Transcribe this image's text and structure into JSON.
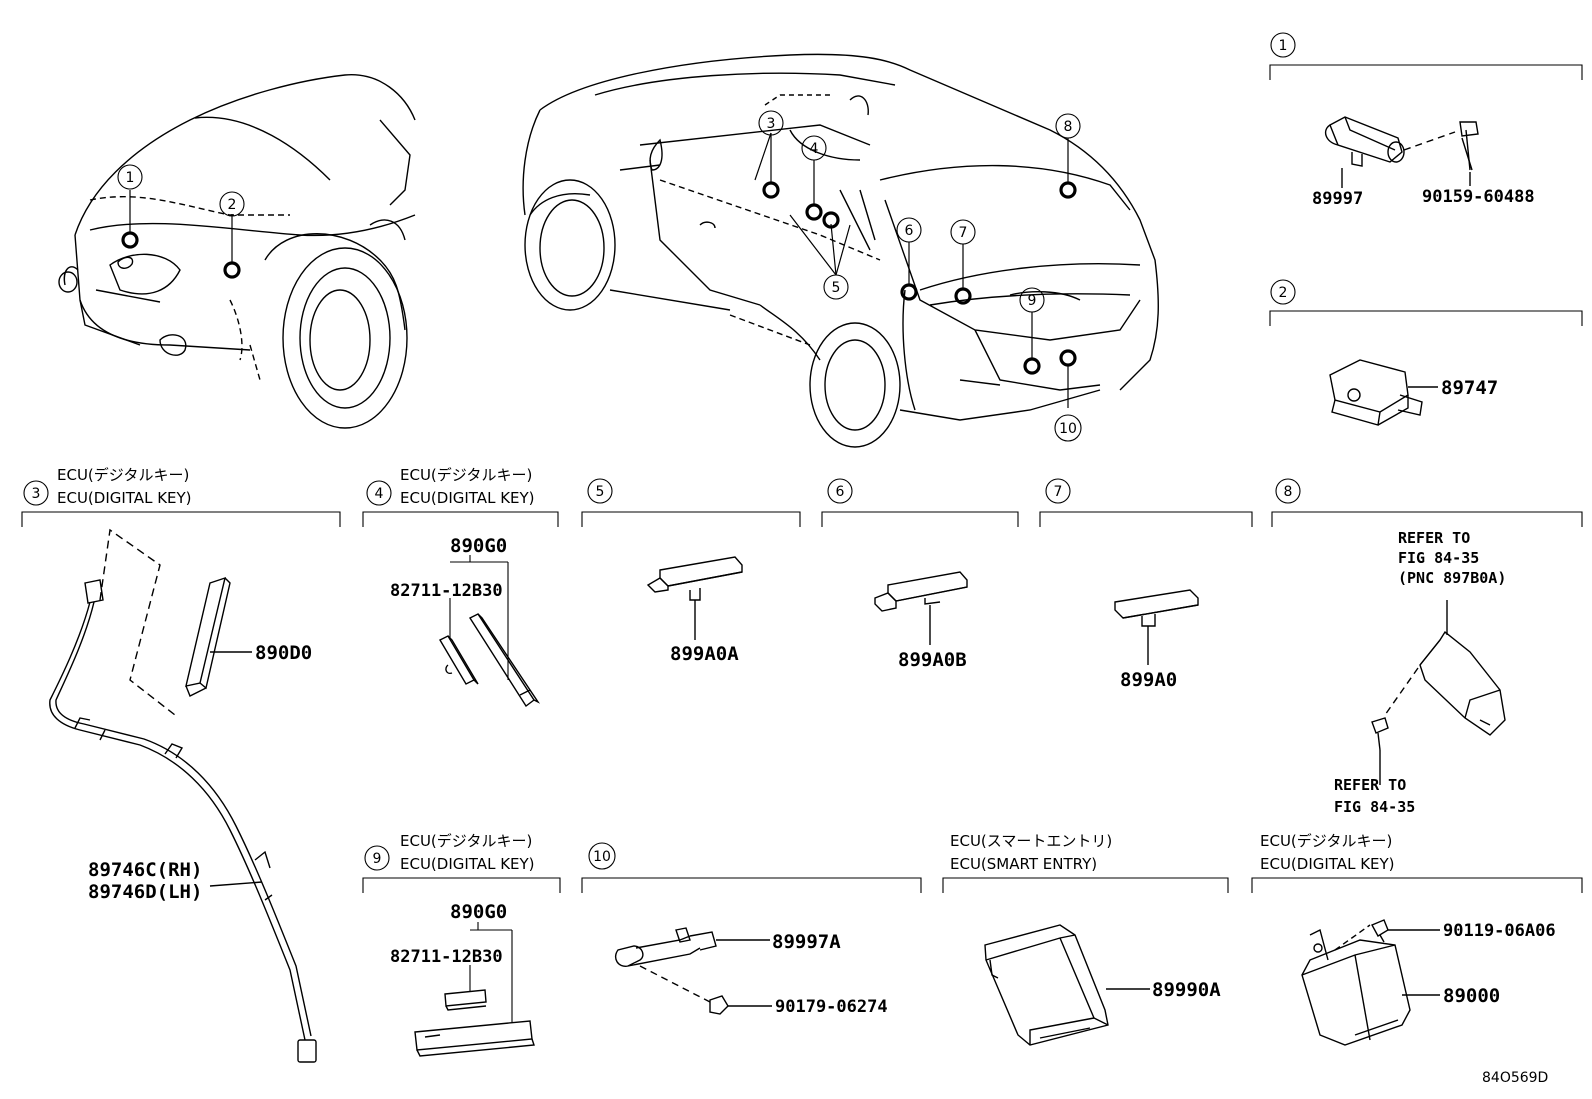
{
  "diagram_code": "84O569D",
  "callouts": [
    "1",
    "2",
    "3",
    "4",
    "5",
    "6",
    "7",
    "8",
    "9",
    "10"
  ],
  "sections": {
    "s1": {
      "num": "1",
      "parts": [
        "89997",
        "90159-60488"
      ]
    },
    "s2": {
      "num": "2",
      "parts": [
        "89747"
      ]
    },
    "s3": {
      "num": "3",
      "title_jp": "ECU(デジタルキー)",
      "title_en": "ECU(DIGITAL KEY)",
      "parts": [
        "890D0",
        "89746C(RH)",
        "89746D(LH)"
      ]
    },
    "s4": {
      "num": "4",
      "title_jp": "ECU(デジタルキー)",
      "title_en": "ECU(DIGITAL KEY)",
      "parts": [
        "890G0",
        "82711-12B30"
      ]
    },
    "s5": {
      "num": "5",
      "parts": [
        "899A0A"
      ]
    },
    "s6": {
      "num": "6",
      "parts": [
        "899A0B"
      ]
    },
    "s7": {
      "num": "7",
      "parts": [
        "899A0"
      ]
    },
    "s8": {
      "num": "8",
      "ref_top": [
        "REFER TO",
        "FIG 84-35",
        "(PNC 897B0A)"
      ],
      "ref_bottom": [
        "REFER TO",
        "FIG 84-35"
      ]
    },
    "s9": {
      "num": "9",
      "title_jp": "ECU(デジタルキー)",
      "title_en": "ECU(DIGITAL KEY)",
      "parts": [
        "890G0",
        "82711-12B30"
      ]
    },
    "s10": {
      "num": "10",
      "parts": [
        "89997A",
        "90179-06274"
      ]
    },
    "s_smart": {
      "title_jp": "ECU(スマートエントリ)",
      "title_en": "ECU(SMART ENTRY)",
      "parts": [
        "89990A"
      ]
    },
    "s_dk": {
      "title_jp": "ECU(デジタルキー)",
      "title_en": "ECU(DIGITAL KEY)",
      "parts": [
        "90119-06A06",
        "89000"
      ]
    }
  }
}
